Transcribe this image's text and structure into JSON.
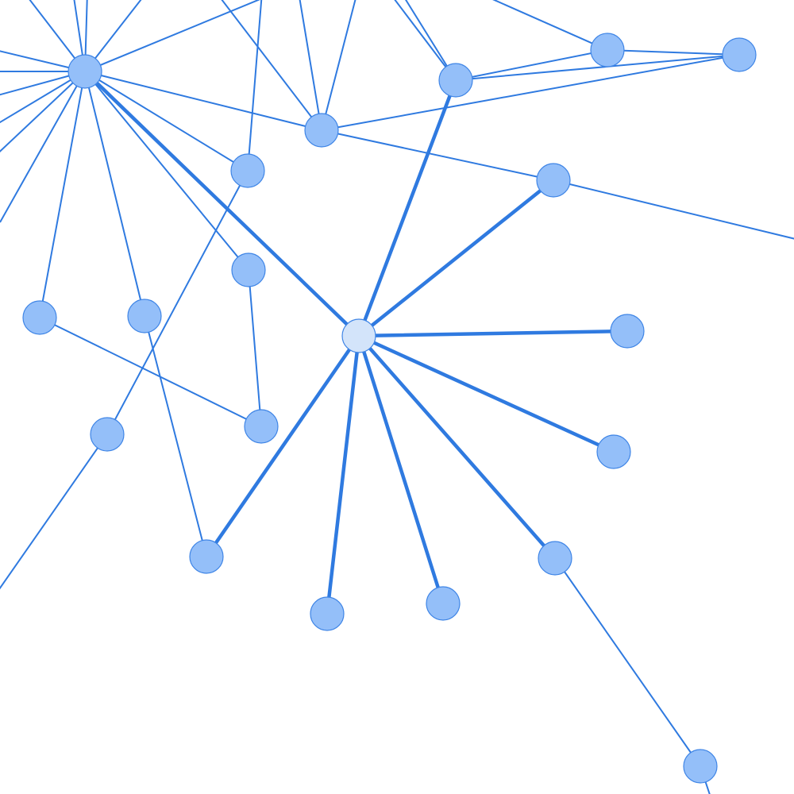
{
  "graph": {
    "colors": {
      "background": "#ffffff",
      "edge": "#2f7ae0",
      "node_fill": "#94bff9",
      "node_stroke": "#3f85e6",
      "focus_node_fill": "#d3e4fa"
    },
    "nodes": [
      {
        "id": "hub-a",
        "focus": false
      },
      {
        "id": "focus",
        "focus": true
      },
      {
        "id": "n-top-center",
        "focus": false
      },
      {
        "id": "n-top-right-1",
        "focus": false
      },
      {
        "id": "n-top-right-2",
        "focus": false
      },
      {
        "id": "n-top-right-3",
        "focus": false
      },
      {
        "id": "n-right-mid",
        "focus": false
      },
      {
        "id": "n-mid-1",
        "focus": false
      },
      {
        "id": "n-mid-2",
        "focus": false
      },
      {
        "id": "n-left-1",
        "focus": false
      },
      {
        "id": "n-left-2",
        "focus": false
      },
      {
        "id": "n-mid-3",
        "focus": false
      },
      {
        "id": "n-left-3",
        "focus": false
      },
      {
        "id": "n-right-1",
        "focus": false
      },
      {
        "id": "n-right-2",
        "focus": false
      },
      {
        "id": "n-bottom-left",
        "focus": false
      },
      {
        "id": "n-bottom-1",
        "focus": false
      },
      {
        "id": "n-bottom-2",
        "focus": false
      },
      {
        "id": "n-bottom-right",
        "focus": false
      },
      {
        "id": "n-far-bottom",
        "focus": false
      }
    ],
    "edges": [
      {
        "from": "focus",
        "to": "hub-a",
        "weight": "strong"
      },
      {
        "from": "focus",
        "to": "n-top-right-1",
        "weight": "strong"
      },
      {
        "from": "focus",
        "to": "n-top-right-3",
        "weight": "strong"
      },
      {
        "from": "focus",
        "to": "n-right-mid",
        "weight": "strong"
      },
      {
        "from": "focus",
        "to": "n-right-1",
        "weight": "strong"
      },
      {
        "from": "focus",
        "to": "n-bottom-right",
        "weight": "strong"
      },
      {
        "from": "focus",
        "to": "n-bottom-2",
        "weight": "strong"
      },
      {
        "from": "focus",
        "to": "n-bottom-1",
        "weight": "strong"
      },
      {
        "from": "focus",
        "to": "n-bottom-left",
        "weight": "strong"
      },
      {
        "from": "hub-a",
        "to": "n-top-center",
        "weight": "normal"
      },
      {
        "from": "hub-a",
        "to": "n-mid-1",
        "weight": "normal"
      },
      {
        "from": "hub-a",
        "to": "n-mid-2",
        "weight": "normal"
      },
      {
        "from": "hub-a",
        "to": "n-left-1",
        "weight": "normal"
      },
      {
        "from": "hub-a",
        "to": "n-left-2",
        "weight": "normal"
      },
      {
        "from": "n-top-right-1",
        "to": "n-top-right-2",
        "weight": "normal"
      },
      {
        "from": "n-top-right-1",
        "to": "n-top-right-3",
        "weight": "normal"
      },
      {
        "from": "n-top-right-2",
        "to": "n-top-right-3",
        "weight": "normal"
      },
      {
        "from": "n-top-center",
        "to": "n-top-right-3",
        "weight": "normal"
      },
      {
        "from": "n-mid-2",
        "to": "n-mid-3",
        "weight": "normal"
      },
      {
        "from": "n-left-1",
        "to": "n-mid-3",
        "weight": "normal"
      },
      {
        "from": "n-left-2",
        "to": "n-bottom-left",
        "weight": "normal"
      },
      {
        "from": "n-mid-1",
        "to": "n-left-3",
        "weight": "normal"
      },
      {
        "from": "n-bottom-right",
        "to": "n-far-bottom",
        "weight": "normal"
      }
    ]
  }
}
